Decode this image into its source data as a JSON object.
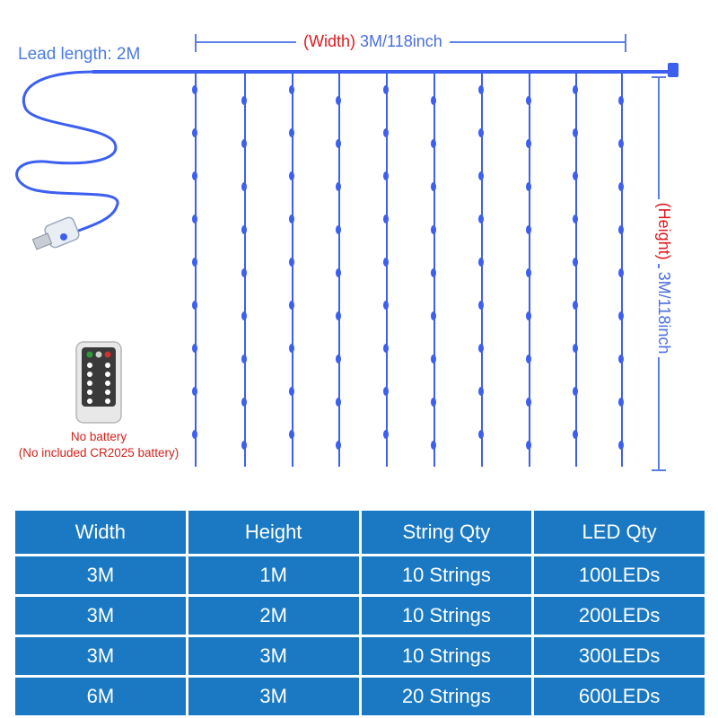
{
  "lead": {
    "label": "Lead length: 2M"
  },
  "width_dim": {
    "name": "(Width)",
    "value": "3M/118inch"
  },
  "height_dim": {
    "name": "(Height)",
    "value": "3M/118inch"
  },
  "remote": {
    "note_line1": "No battery",
    "note_line2": "(No included CR2025 battery)"
  },
  "table": {
    "headers": [
      "Width",
      "Height",
      "String Qty",
      "LED Qty"
    ],
    "rows": [
      [
        "3M",
        "1M",
        "10 Strings",
        "100LEDs"
      ],
      [
        "3M",
        "2M",
        "10 Strings",
        "200LEDs"
      ],
      [
        "3M",
        "3M",
        "10 Strings",
        "300LEDs"
      ],
      [
        "6M",
        "3M",
        "20 Strings",
        "600LEDs"
      ]
    ]
  },
  "colors": {
    "led_blue": "#3d5ff0",
    "table_bg": "#1a79c2",
    "label_red": "#e0191e",
    "label_blue": "#4a6ee0"
  }
}
